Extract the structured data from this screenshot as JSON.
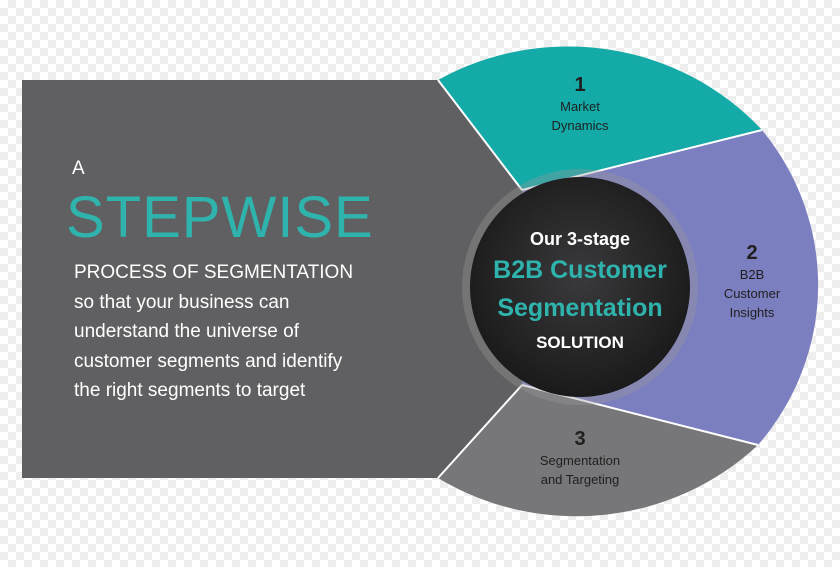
{
  "intro": {
    "a": "A",
    "stepwise": "STEPWISE",
    "lines": [
      "PROCESS OF SEGMENTATION",
      "so that your business can",
      "understand the universe of",
      "customer segments and identify",
      "the right segments to target"
    ]
  },
  "center": {
    "line1": "Our 3-stage",
    "line2": "B2B Customer",
    "line3": "Segmentation",
    "line4": "SOLUTION"
  },
  "segments": [
    {
      "number": "1",
      "label_lines": [
        "Market",
        "Dynamics"
      ],
      "color": "#13aaa7"
    },
    {
      "number": "2",
      "label_lines": [
        "B2B",
        "Customer",
        "Insights"
      ],
      "color": "#7b7fbf"
    },
    {
      "number": "3",
      "label_lines": [
        "Segmentation",
        "and Targeting"
      ],
      "color": "#77777a"
    }
  ],
  "colors": {
    "panel": "#606062",
    "center_disc": "#1f1f21",
    "accent": "#2fb3ad"
  }
}
